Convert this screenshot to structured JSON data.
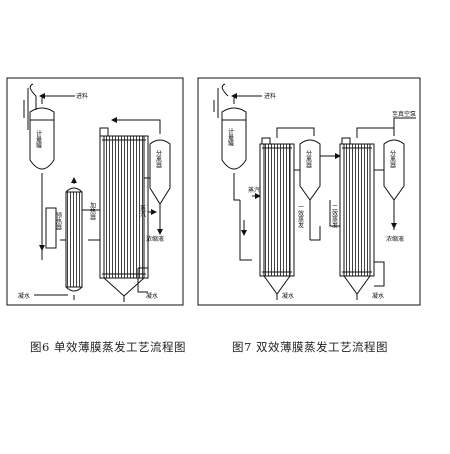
{
  "figures": [
    {
      "caption": "图6 单效薄膜蒸发工艺流程图",
      "labels": {
        "feed_in": "进料",
        "metering_tank": "计量罐",
        "preheater": "预热器",
        "separator": "分离器",
        "heater": "加热器",
        "steam": "蒸汽",
        "concentrate": "浓缩液",
        "condensate_left": "凝水",
        "condensate_right": "凝水"
      }
    },
    {
      "caption": "图7 双效薄膜蒸发工艺流程图",
      "labels": {
        "feed_in": "进料",
        "metering_tank": "计量罐",
        "vacuum": "至真空泵",
        "separator_1": "分离器",
        "separator_2": "分离器",
        "steam": "蒸汽",
        "effect_1": "一效蒸发",
        "effect_2": "二效蒸发",
        "concentrate": "浓缩液",
        "condensate_left": "凝水",
        "condensate_right": "凝水"
      }
    }
  ]
}
